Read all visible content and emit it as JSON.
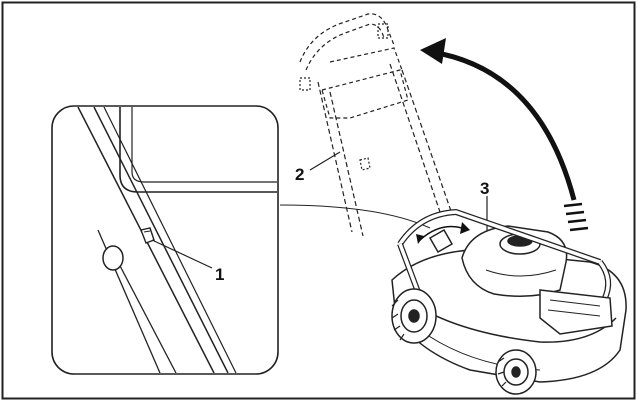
{
  "figure": {
    "callouts": [
      {
        "id": "callout-1",
        "text": "1"
      },
      {
        "id": "callout-2",
        "text": "2"
      },
      {
        "id": "callout-3",
        "text": "3"
      }
    ]
  },
  "colors": {
    "ink": "#111111",
    "background": "#ffffff",
    "frame": "#222222"
  }
}
